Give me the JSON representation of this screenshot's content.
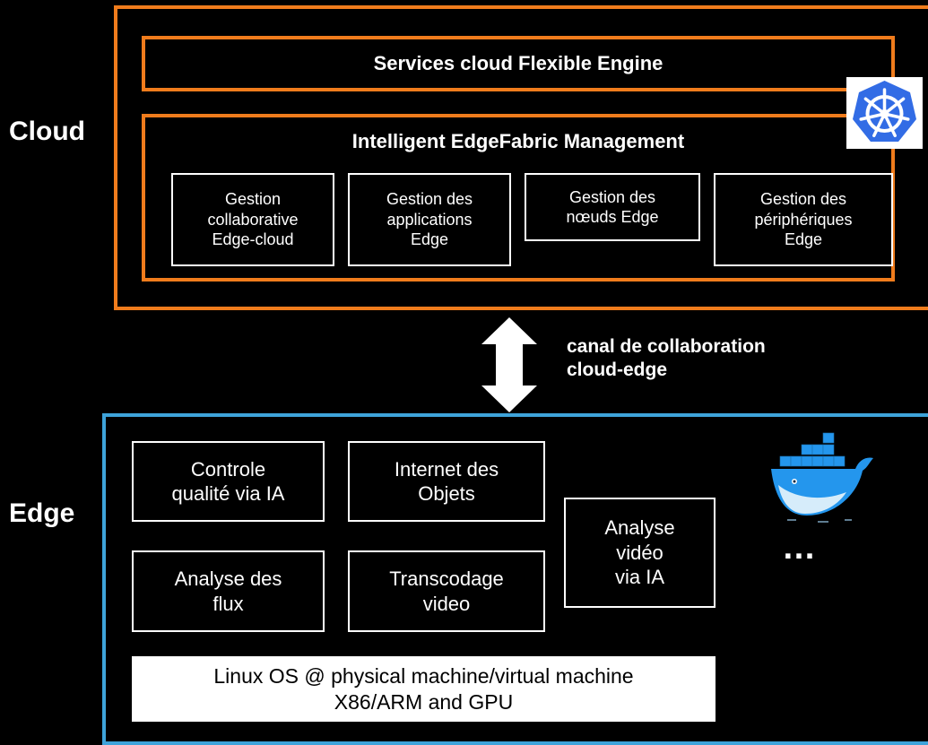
{
  "cloud": {
    "label": "Cloud",
    "services_title": "Services cloud Flexible Engine",
    "management_title": "Intelligent EdgeFabric Management",
    "boxes": [
      "Gestion\ncollaborative\nEdge-cloud",
      "Gestion des\napplications\nEdge",
      "Gestion des\nnœuds Edge",
      "Gestion des\npériphériques\nEdge"
    ],
    "icon": "kubernetes-icon"
  },
  "channel": {
    "label": "canal de collaboration\ncloud-edge",
    "icon": "double-arrow-icon"
  },
  "edge": {
    "label": "Edge",
    "boxes": [
      "Controle\nqualité via IA",
      "Internet des\nObjets",
      "Analyse\nvidéo\nvia IA",
      "Analyse des\nflux",
      "Transcodage\nvideo"
    ],
    "platform": "Linux OS @ physical machine/virtual machine\nX86/ARM and GPU",
    "ellipsis": "…",
    "icon": "docker-icon"
  },
  "colors": {
    "cloud_border": "#f07c1c",
    "edge_border": "#3ea3da",
    "kubernetes_blue": "#326ce5",
    "docker_blue": "#2496ed"
  }
}
